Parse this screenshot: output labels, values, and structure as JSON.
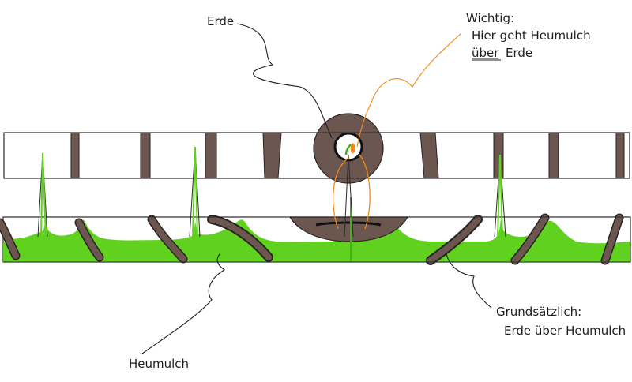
{
  "labels": {
    "erde": "Erde",
    "heumulch": "Heumulch",
    "wichtig_title": "Wichtig:",
    "wichtig_line1": "Hier geht Heumulch",
    "wichtig_line2_a": "über",
    "wichtig_line2_b": "Erde",
    "grund_line1": "Grundsätzlich:",
    "grund_line2": "Erde über Heumulch"
  },
  "colors": {
    "soil": "#6b5750",
    "soil_dark": "#2b2222",
    "mulch": "#5fd11e",
    "accent": "#f08a1c",
    "ink": "#1e1e1e",
    "outline": "#2a2a2a"
  }
}
